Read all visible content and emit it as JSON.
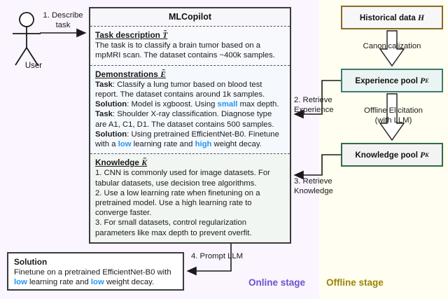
{
  "stage": {
    "online_label": "Online stage",
    "offline_label": "Offline stage",
    "online_color": "#6f4fd0",
    "offline_color": "#9a8406",
    "online_bg": "#faf5fe",
    "offline_bg": "#fffef0"
  },
  "actor": {
    "label": "User",
    "arrow_label_line1": "1. Describe",
    "arrow_label_line2": "task"
  },
  "mlcopilot": {
    "title": "MLCopilot",
    "task": {
      "heading": "Task description",
      "symbol": "T",
      "body": "The task is to classify a brain tumor based on a mpMRI scan. The dataset contains ~400k samples."
    },
    "demonstrations": {
      "heading": "Demonstrations",
      "symbol": "E",
      "items": [
        {
          "label": "Task",
          "text": "Classify a lung tumor based on blood test report. The dataset contains around 1k samples."
        },
        {
          "label": "Solution",
          "text_pre": "Model is xgboost. Using ",
          "highlight": "small",
          "text_post": " max depth."
        },
        {
          "label": "Task",
          "text": "Shoulder X-ray classification. Diagnose type are A1, C1, D1. The dataset contains 500 samples."
        },
        {
          "label": "Solution",
          "text_pre": "Using pretrained EfficientNet-B0. Finetune with a ",
          "highlight": "low",
          "text_mid": " learning rate and ",
          "highlight2": "high",
          "text_post": " weight decay."
        }
      ]
    },
    "knowledge": {
      "heading": "Knowledge",
      "symbol": "K",
      "items": [
        "1. CNN is commonly used for image datasets. For tabular datasets, use decision tree algorithms.",
        "2. Use a low learning rate when finetuning on a pretrained model. Use a high learning rate to converge faster.",
        "3. For small datasets, control regularization parameters like max depth to prevent overfit."
      ]
    }
  },
  "solution": {
    "heading": "Solution",
    "text_pre": "Finetune on a pretrained EfficientNet-B0 with ",
    "highlight": "low",
    "text_mid": " learning rate and ",
    "highlight2": "low",
    "text_post": " weight decay.",
    "highlight_color": "#2196f3"
  },
  "pools": {
    "historical": {
      "label": "Historical data",
      "symbol": "H",
      "border": "#8a6a21",
      "fill": "#f7f7f7"
    },
    "experience": {
      "label": "Experience pool",
      "symbol": "P",
      "subscript": "E",
      "border": "#3f7a73",
      "fill": "#eaf4f2"
    },
    "knowledge": {
      "label": "Knowledge pool",
      "symbol": "P",
      "subscript": "K",
      "border": "#2f6b45",
      "fill": "#f3f3f3"
    }
  },
  "edges": {
    "canonicalization": "Canonicalization",
    "offline_elicitation_line1": "Offline Elicitation",
    "offline_elicitation_line2": "(with LLM)",
    "retrieve_experience_line1": "2. Retrieve",
    "retrieve_experience_line2": "Experience",
    "retrieve_knowledge_line1": "3. Retrieve",
    "retrieve_knowledge_line2": "Knowledge",
    "prompt_llm": "4. Prompt LLM"
  }
}
